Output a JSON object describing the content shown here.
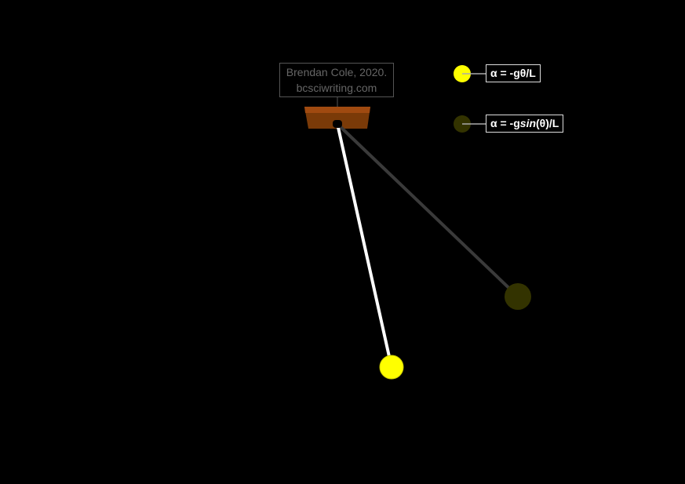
{
  "credit": {
    "line1": "Brendan Cole, 2020.",
    "line2": "bcsciwriting.com"
  },
  "legend": [
    {
      "label_pre": "α = -gθ/L",
      "color": "#ffff00"
    },
    {
      "label_pre": "α = -g",
      "label_italic": "sin",
      "label_post": "(θ)/L",
      "color": "#333300"
    }
  ],
  "colors": {
    "mount_top": "#a04a10",
    "mount_body": "#7a3a08",
    "linear_rod": "#ffffff",
    "nonlinear_rod": "#3a3a3a"
  }
}
